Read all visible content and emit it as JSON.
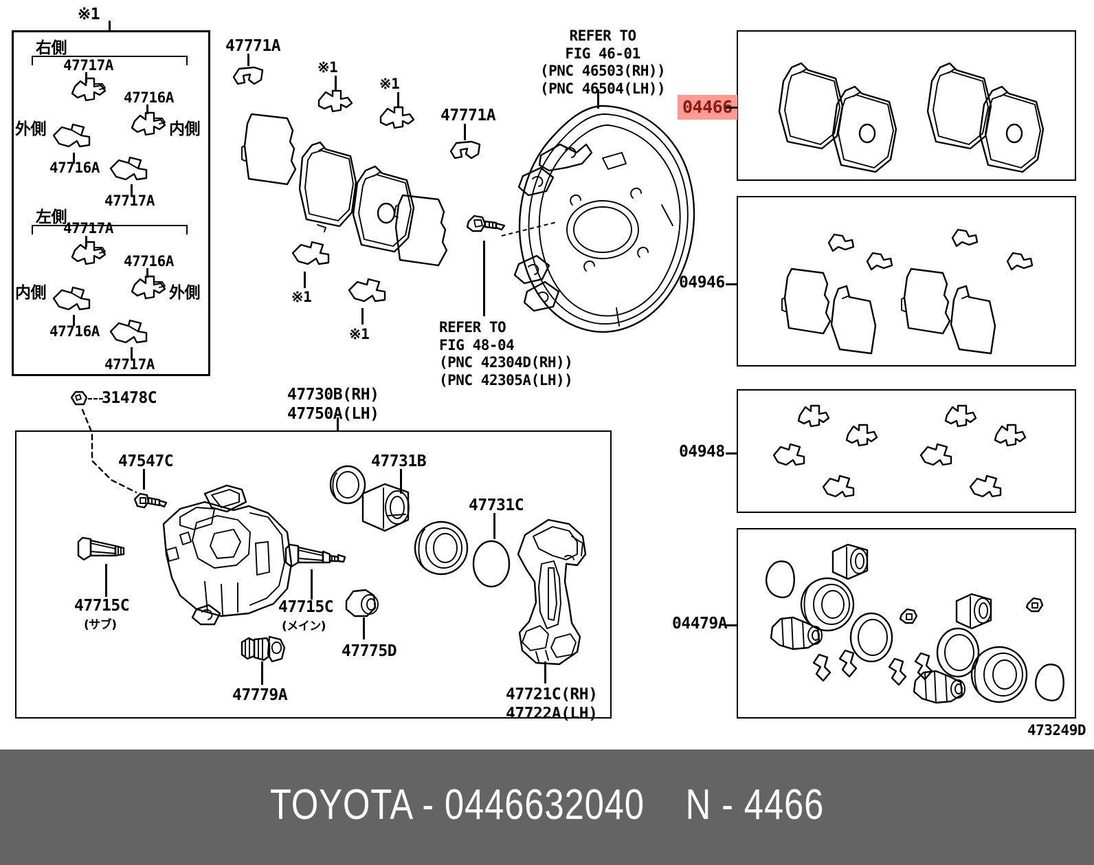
{
  "diagram": {
    "drawing_id": "473249D",
    "banner_text": "TOYOTA - 0446632040    N - 4466",
    "brand": "TOYOTA",
    "part_number": "0446632040",
    "fig_code": "N - 4466"
  },
  "colors": {
    "highlight_bg": "#ff9a95",
    "highlight_text": "#8b1a11",
    "banner_bg": "#646464",
    "banner_text": "#ffffff",
    "line": "#000000"
  },
  "inset_box": {
    "marker": "※1",
    "groups": [
      {
        "side_label": "右側",
        "outer_label": "外側",
        "inner_label": "内側",
        "parts": [
          "47717A",
          "47716A",
          "47716A",
          "47717A"
        ]
      },
      {
        "side_label": "左側",
        "outer_label": "外側",
        "inner_label": "内側",
        "parts": [
          "47717A",
          "47716A",
          "47716A",
          "47717A"
        ]
      }
    ]
  },
  "center": {
    "pad_clip_left": "47771A",
    "pad_clip_right": "47771A",
    "ref_marks": [
      "※1",
      "※1",
      "※1",
      "※1"
    ],
    "backing_plate_ref": {
      "line1": "REFER TO",
      "line2": "FIG 46-01",
      "line3": "(PNC 46503(RH))",
      "line4": "(PNC 46504(LH))"
    },
    "bolt_ref": {
      "line1": "REFER TO",
      "line2": "FIG 48-04",
      "line3": "(PNC 42304D(RH))",
      "line4": "(PNC 42305A(LH))"
    }
  },
  "caliper_panel": {
    "title_rh": "47730B(RH)",
    "title_lh": "47750A(LH)",
    "bleeder_cap": "31478C",
    "bleeder_screw": "47547C",
    "slide_pin_sub": "47715C",
    "slide_pin_sub_note": "(サブ)",
    "slide_pin_main": "47715C",
    "slide_pin_main_note": "(メイン)",
    "bolt": "47779A",
    "piston": "47731B",
    "boot": "47731C",
    "dust_boot": "47775D",
    "mounting_rh": "47721C(RH)",
    "mounting_lh": "47722A(LH)"
  },
  "kit_panels": [
    {
      "code": "04466",
      "highlighted": true,
      "name": "pad-kit"
    },
    {
      "code": "04946",
      "highlighted": false,
      "name": "shim-kit"
    },
    {
      "code": "04948",
      "highlighted": false,
      "name": "clip-kit"
    },
    {
      "code": "04479A",
      "highlighted": false,
      "name": "seal-kit"
    }
  ]
}
